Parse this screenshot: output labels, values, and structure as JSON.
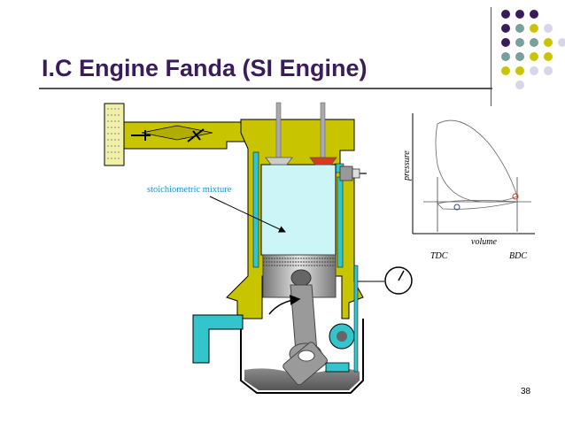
{
  "slide": {
    "title": "I.C Engine Fanda (SI Engine)",
    "number": "38"
  },
  "diagram": {
    "mixture_label": "stoichiometric mixture",
    "pv": {
      "y_label": "pressure",
      "x_label": "volume",
      "tdc_label": "TDC",
      "bdc_label": "BDC"
    }
  },
  "colors": {
    "title": "#3b1c5a",
    "olive": "#c8c400",
    "teal_dot": "#7a9e9a",
    "purple_dot": "#3b1c5a",
    "lavender_dot": "#d6d6ea",
    "cylinder_fill": "#ccf5f8",
    "engine_body": "#c8c400",
    "coolant": "#33c4cc",
    "mixture_label": "#1e90d0"
  }
}
